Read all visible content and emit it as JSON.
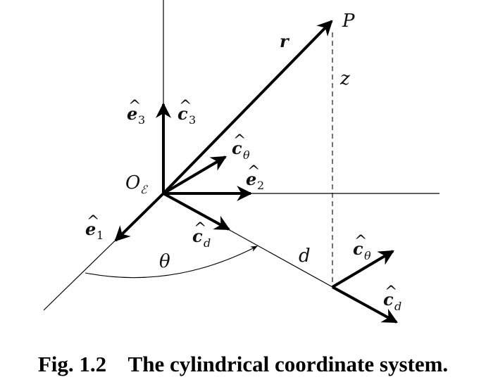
{
  "figure": {
    "labels": {
      "point": "P",
      "position_vector": "r",
      "height": "z",
      "distance": "d",
      "angle": "θ",
      "origin": "O",
      "origin_subscript": "ℰ",
      "e1_symbol": "e",
      "e1_subscript": "1",
      "e2_symbol": "e",
      "e2_subscript": "2",
      "e3_symbol": "e",
      "e3_subscript": "3",
      "c3_symbol": "c",
      "c3_subscript": "3",
      "ctheta_origin_symbol": "c",
      "ctheta_origin_subscript": "θ",
      "cd_origin_symbol": "c",
      "cd_origin_subscript": "d",
      "ctheta_foot_symbol": "c",
      "ctheta_foot_subscript": "θ",
      "cd_foot_symbol": "c",
      "cd_foot_subscript": "d",
      "hat": "^"
    },
    "caption": "Fig. 1.2    The cylindrical coordinate system."
  }
}
